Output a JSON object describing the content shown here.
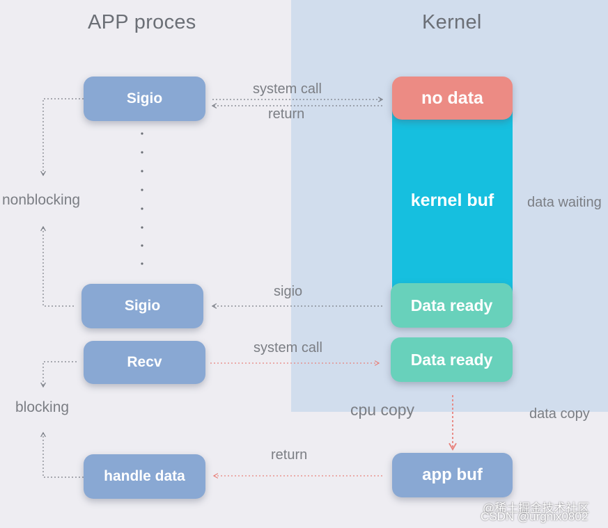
{
  "headers": {
    "app": "APP proces",
    "kernel": "Kernel"
  },
  "app_boxes": {
    "sigio_top": "Sigio",
    "sigio_bottom": "Sigio",
    "recv": "Recv",
    "handle": "handle data"
  },
  "kernel_boxes": {
    "no_data": "no data",
    "kernel_buf": "kernel buf",
    "data_ready_1": "Data ready",
    "data_ready_2": "Data ready",
    "app_buf": "app buf"
  },
  "arrow_labels": {
    "system_call_1": "system call",
    "return_1": "return",
    "sigio": "sigio",
    "system_call_2": "system call",
    "cpu_copy": "cpu copy",
    "return_2": "return"
  },
  "side_labels": {
    "nonblocking": "nonblocking",
    "blocking": "blocking",
    "data_waiting": "data waiting",
    "data_copy": "data copy"
  },
  "watermark": {
    "line1": "@稀土掘金技术社区",
    "line2": "CSDN @urgnix0802"
  },
  "colors": {
    "app_box": "#89a8d3",
    "no_data": "#ec8b84",
    "kernel_buf": "#16bfdf",
    "data_ready": "#68d1bb",
    "kernel_bg": "#d1dded",
    "page_bg": "#eeedf2",
    "red_arrow": "#e8827c"
  }
}
